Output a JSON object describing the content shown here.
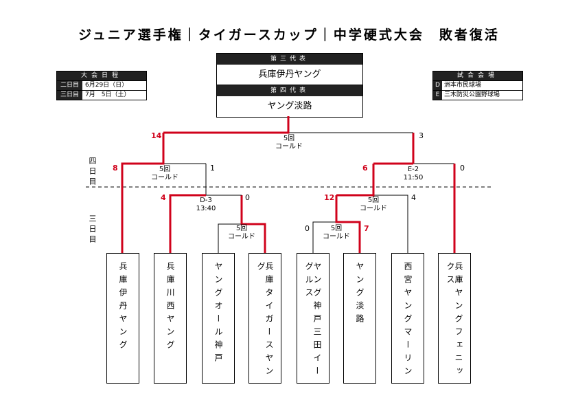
{
  "title": "ジュニア選手権｜タイガースカップ｜中学硬式大会　敗者復活",
  "schedule": {
    "header": "大会日程",
    "rows": [
      {
        "label": "二日目",
        "value": "6月29日（日）"
      },
      {
        "label": "三日目",
        "value": "7月　5日（土）"
      }
    ]
  },
  "venues": {
    "header": "試合会場",
    "rows": [
      {
        "code": "D",
        "name": "洲本市民球場"
      },
      {
        "code": "E",
        "name": "三木防災公園野球場"
      }
    ]
  },
  "representatives": [
    {
      "label": "第三代表",
      "team": "兵庫伊丹ヤング"
    },
    {
      "label": "第四代表",
      "team": "ヤング淡路"
    }
  ],
  "day_labels": {
    "day4": "四日目",
    "day3": "三日目"
  },
  "teams": [
    "兵庫伊丹ヤング",
    "兵庫川西ヤング",
    "ヤングオール神戸",
    "兵庫タイガースヤング",
    "ヤング神戸三田イーグルス",
    "ヤング淡路",
    "西宮ヤングマーリン",
    "兵庫ヤングフェニックス"
  ],
  "matches": {
    "r1a": {
      "note": [
        "5回",
        "コールド"
      ],
      "left_score": "",
      "right_score": ""
    },
    "r1b": {
      "note": [
        "5回",
        "コールド"
      ],
      "left_score": "0",
      "right_score": "7"
    },
    "r2a": {
      "note": [
        "D-3",
        "13:40"
      ],
      "left_score": "4",
      "right_score": "0"
    },
    "r2b": {
      "note": [
        "5回",
        "コールド"
      ],
      "left_score": "12",
      "right_score": "4"
    },
    "r3a": {
      "note": [
        "5回",
        "コールド"
      ],
      "left_score": "8",
      "right_score": "1"
    },
    "r3b": {
      "note": [
        "E-2",
        "11:50"
      ],
      "left_score": "6",
      "right_score": "0"
    },
    "final": {
      "note": [
        "5回",
        "コールド"
      ],
      "left_score": "14",
      "right_score": "3"
    }
  },
  "colors": {
    "win": "#d0021b",
    "line": "#000000",
    "band": "#222222"
  }
}
